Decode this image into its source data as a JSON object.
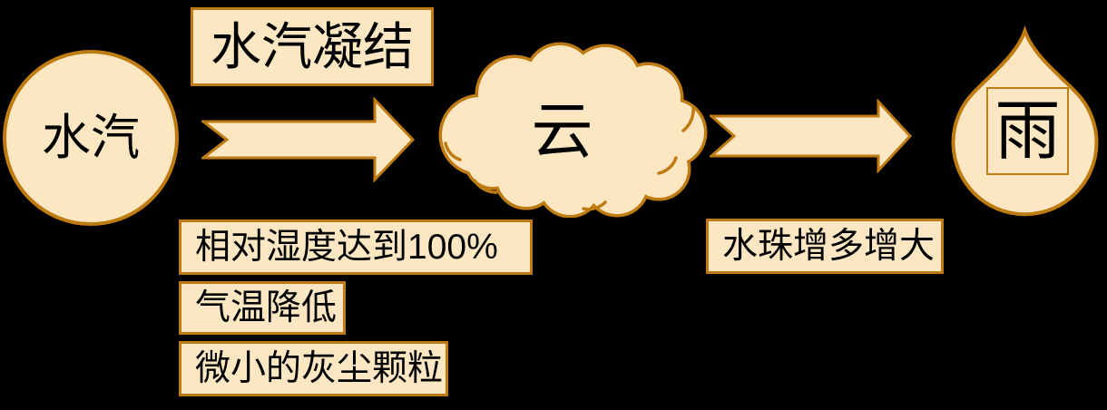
{
  "canvas": {
    "background": "#000000"
  },
  "colors": {
    "shape_fill": "#FCE7C2",
    "shape_border": "#BE7B11",
    "text": "#000000"
  },
  "flow": {
    "vapor_label": "水汽",
    "process_label": "水汽凝结",
    "cloud_label": "云",
    "rain_label": "雨",
    "growth_label": "水珠增多增大",
    "conditions": [
      "相对湿度达到100%",
      "气温降低",
      "微小的灰尘颗粒"
    ]
  },
  "icons": {
    "arrow_vapor_to_cloud": "notched-right-arrow",
    "arrow_cloud_to_rain": "notched-right-arrow",
    "cloud_shape": "cloud",
    "rain_shape": "raindrop"
  }
}
